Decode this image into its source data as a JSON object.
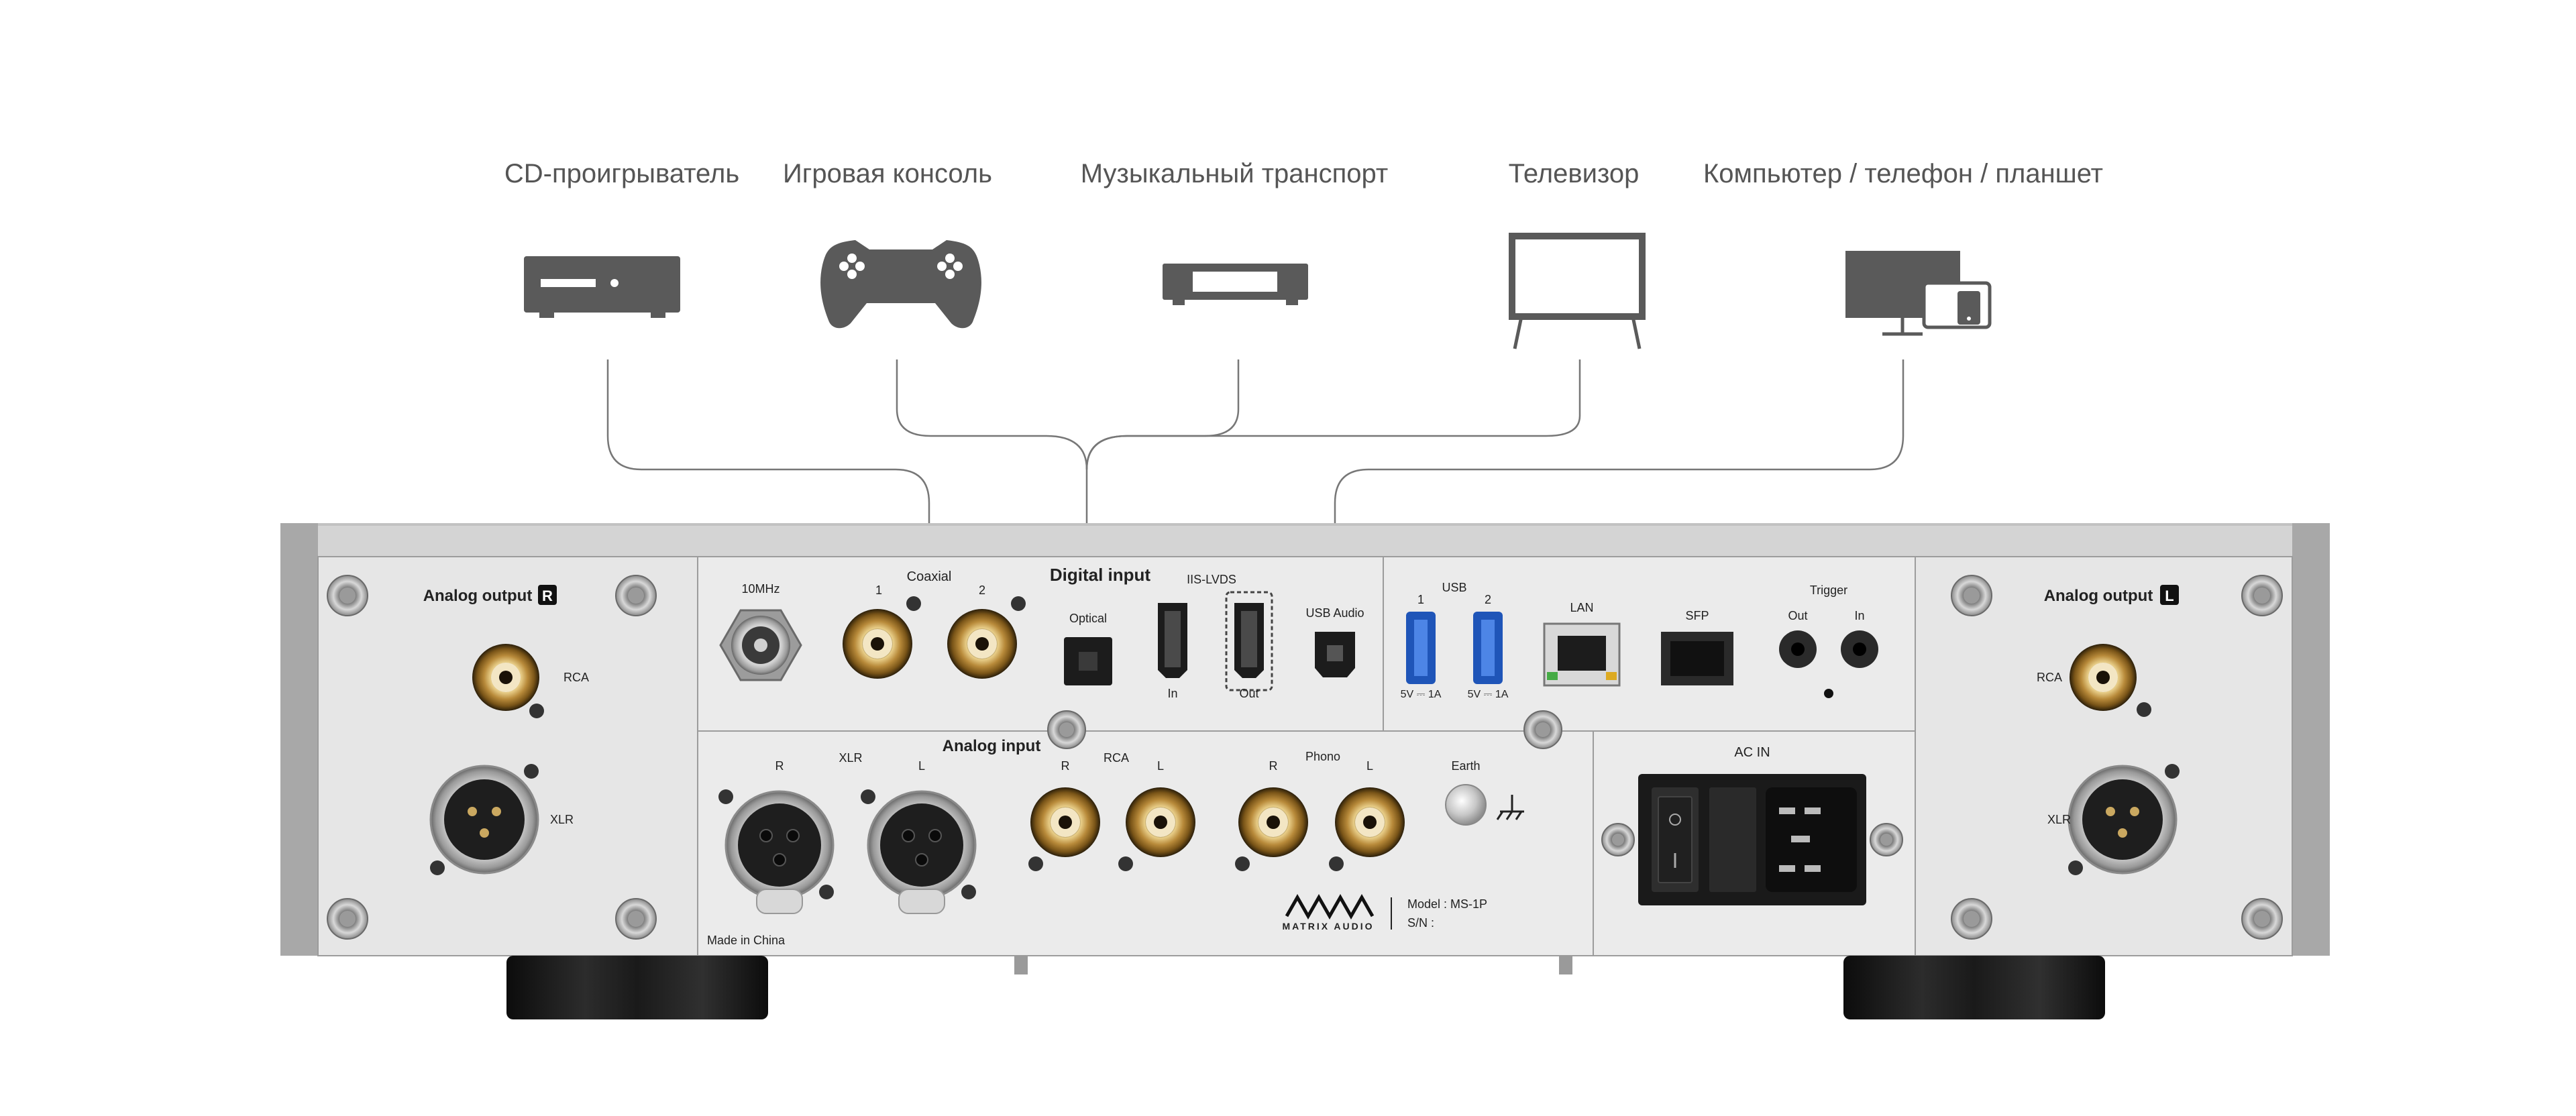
{
  "sources": [
    {
      "id": "cd",
      "label": "CD-проигрыватель",
      "icon": "cd-player-icon"
    },
    {
      "id": "console",
      "label": "Игровая консоль",
      "icon": "gamepad-icon"
    },
    {
      "id": "transport",
      "label": "Музыкальный транспорт",
      "icon": "music-transport-icon"
    },
    {
      "id": "tv",
      "label": "Телевизор",
      "icon": "tv-icon"
    },
    {
      "id": "computer",
      "label": "Компьютер / телефон / планшет",
      "icon": "computer-phone-tablet-icon"
    }
  ],
  "panel": {
    "left_out": {
      "title": "Analog output",
      "badge": "R",
      "rca": "RCA",
      "xlr": "XLR"
    },
    "right_out": {
      "title": "Analog output",
      "badge": "L",
      "rca": "RCA",
      "xlr": "XLR"
    },
    "digital": {
      "title": "Digital input",
      "tenmhz": "10MHz",
      "coaxial": "Coaxial",
      "coax1": "1",
      "coax2": "2",
      "optical": "Optical",
      "iis": "IIS-LVDS",
      "iis_in": "In",
      "iis_out": "Out",
      "usb_audio": "USB Audio"
    },
    "network": {
      "usb": "USB",
      "usb1": "1",
      "usb2": "2",
      "usb_power1": "5V ⎓ 1A",
      "usb_power2": "5V ⎓ 1A",
      "lan": "LAN",
      "sfp": "SFP",
      "trigger": "Trigger",
      "trigger_out": "Out",
      "trigger_in": "In"
    },
    "analog_in": {
      "title": "Analog input",
      "xlr": "XLR",
      "xlr_r": "R",
      "xlr_l": "L",
      "rca": "RCA",
      "rca_r": "R",
      "rca_l": "L",
      "phono": "Phono",
      "phono_r": "R",
      "phono_l": "L",
      "earth": "Earth",
      "made_in": "Made in China"
    },
    "brand": {
      "name": "MATRIX AUDIO",
      "model": "Model : MS-1P",
      "sn": "S/N :"
    },
    "ac_in": "AC IN"
  }
}
